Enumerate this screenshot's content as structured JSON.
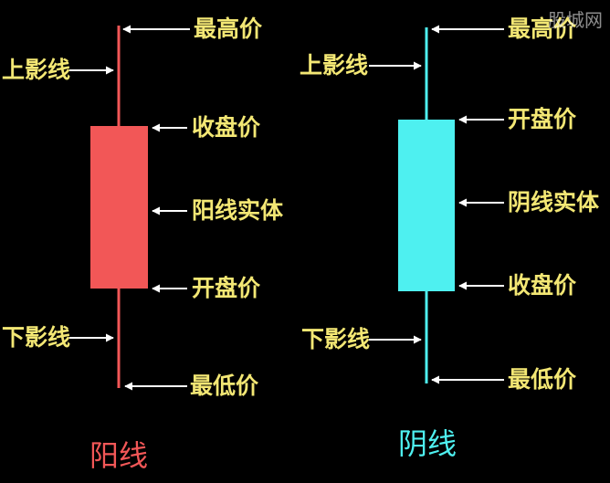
{
  "watermark": "股城网",
  "yang": {
    "title": "阳线",
    "color": "#f25757",
    "labels": {
      "high": "最高价",
      "upper_shadow": "上影线",
      "close": "收盘价",
      "body": "阳线实体",
      "open": "开盘价",
      "lower_shadow": "下影线",
      "low": "最低价"
    }
  },
  "yin": {
    "title": "阴线",
    "color": "#4ef0f0",
    "labels": {
      "high": "最高价",
      "upper_shadow": "上影线",
      "open": "开盘价",
      "body": "阴线实体",
      "close": "收盘价",
      "lower_shadow": "下影线",
      "low": "最低价"
    }
  },
  "colors": {
    "label_text": "#f3e774",
    "arrow": "#ffffff",
    "background": "#000000"
  }
}
